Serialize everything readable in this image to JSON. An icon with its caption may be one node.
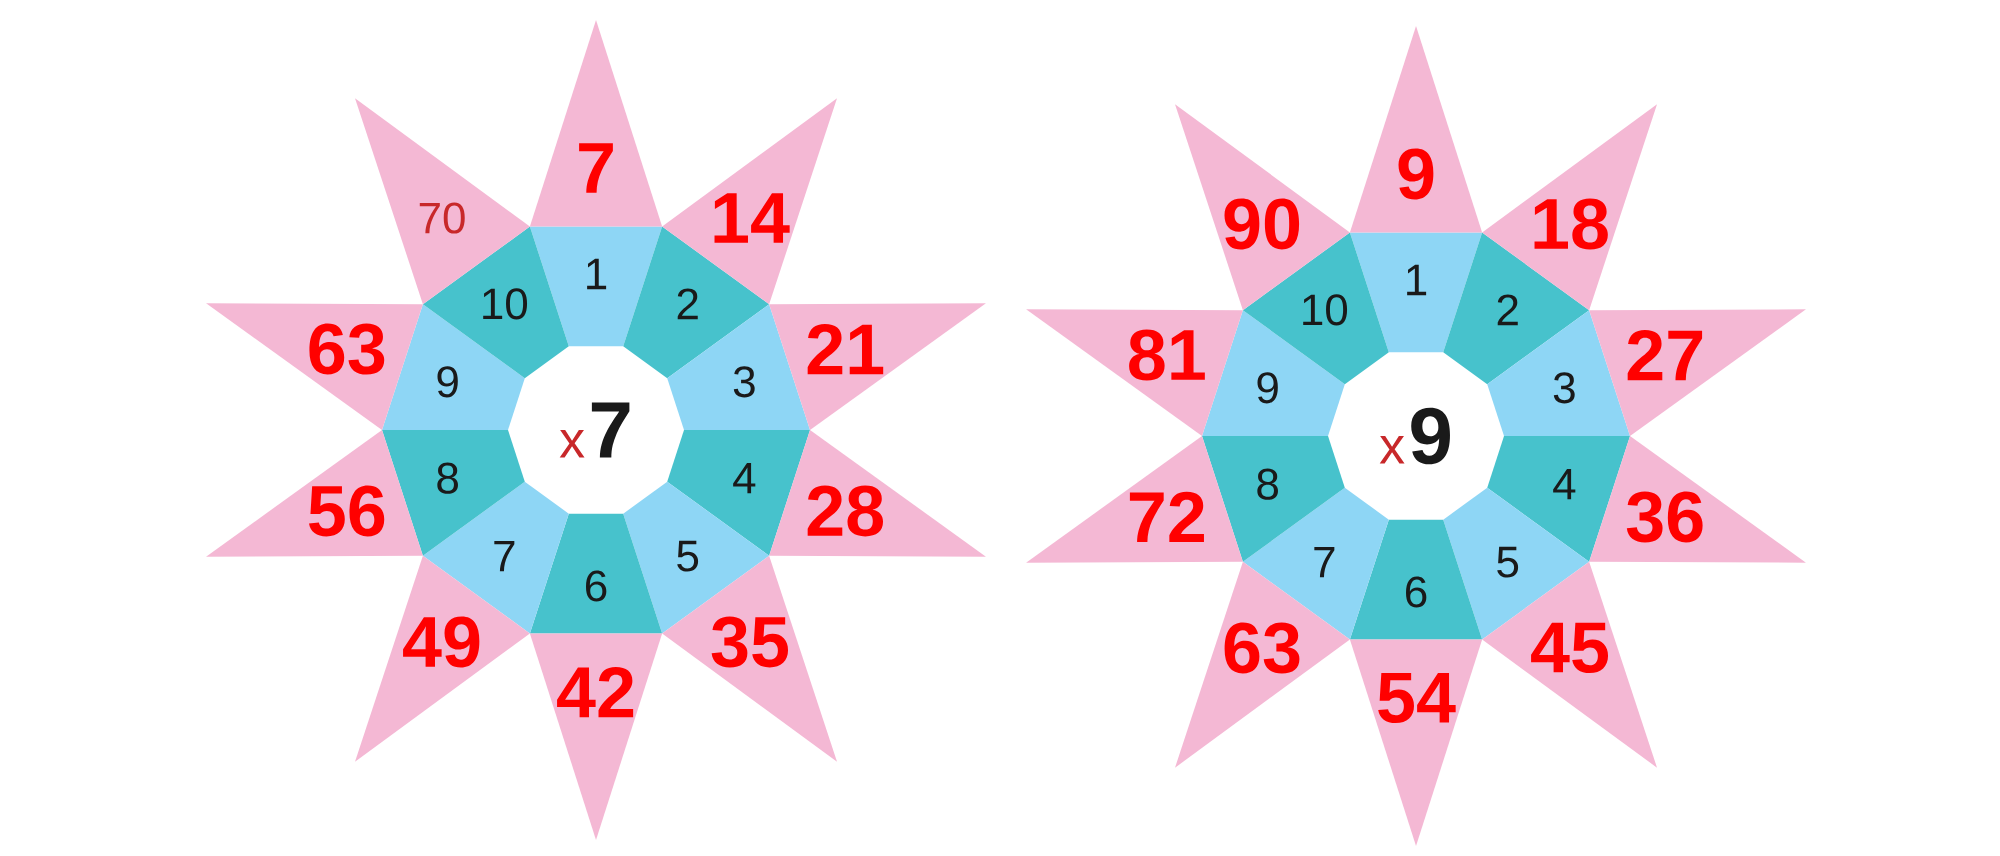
{
  "diagram": {
    "nodes": [
      {
        "text": [
          "x",
          "7"
        ]
      },
      {
        "text": [
          "1"
        ]
      },
      {
        "text": [
          "2"
        ]
      },
      {
        "text": [
          "3"
        ]
      },
      {
        "text": [
          "4"
        ]
      },
      {
        "text": [
          "5"
        ]
      },
      {
        "text": [
          "6"
        ]
      },
      {
        "text": [
          "7"
        ]
      },
      {
        "text": [
          "8"
        ]
      },
      {
        "text": [
          "9"
        ]
      },
      {
        "text": [
          "10"
        ]
      },
      {
        "text": [
          "7"
        ]
      },
      {
        "text": [
          "14"
        ]
      },
      {
        "text": [
          "21"
        ]
      },
      {
        "text": [
          "28"
        ]
      },
      {
        "text": [
          "35"
        ]
      },
      {
        "text": [
          "42"
        ]
      },
      {
        "text": [
          "49"
        ]
      },
      {
        "text": [
          "56"
        ]
      },
      {
        "text": [
          "63"
        ]
      },
      {
        "text": [
          "70"
        ]
      },
      {
        "text": [
          "x",
          "9"
        ]
      },
      {
        "text": [
          "1"
        ]
      },
      {
        "text": [
          "2"
        ]
      },
      {
        "text": [
          "3"
        ]
      },
      {
        "text": [
          "4"
        ]
      },
      {
        "text": [
          "5"
        ]
      },
      {
        "text": [
          "6"
        ]
      },
      {
        "text": [
          "7"
        ]
      },
      {
        "text": [
          "8"
        ]
      },
      {
        "text": [
          "9"
        ]
      },
      {
        "text": [
          "10"
        ]
      },
      {
        "text": [
          "9"
        ]
      },
      {
        "text": [
          "18"
        ]
      },
      {
        "text": [
          "27"
        ]
      },
      {
        "text": [
          "36"
        ]
      },
      {
        "text": [
          "45"
        ]
      },
      {
        "text": [
          "54"
        ]
      },
      {
        "text": [
          "63"
        ]
      },
      {
        "text": [
          "72"
        ]
      },
      {
        "text": [
          "81"
        ]
      },
      {
        "text": [
          "90"
        ]
      }
    ]
  }
}
